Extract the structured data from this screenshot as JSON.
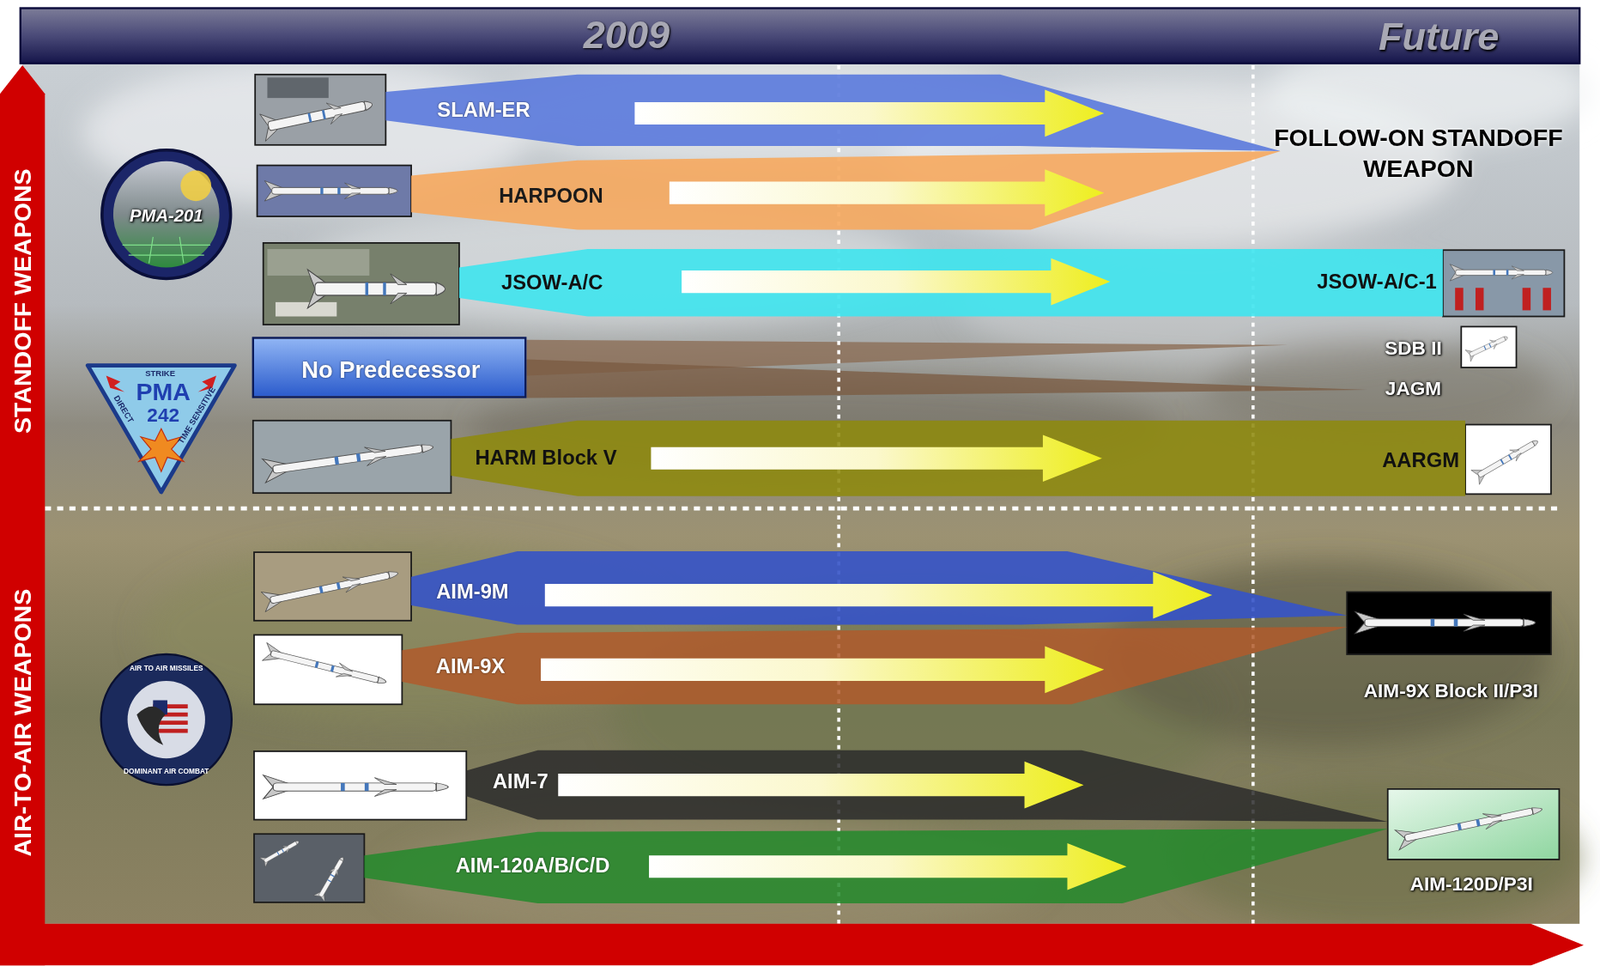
{
  "diagram": {
    "nodes": [
      {
        "text": [
          "SLAM-ER"
        ]
      },
      {
        "text": [
          "HARPOON"
        ]
      },
      {
        "text": [
          "JSOW-A/C",
          "JSOW-A/C-1"
        ]
      },
      {
        "text": [
          "No Predecessor"
        ]
      },
      {
        "text": [
          "HARM Block V",
          "AARGM"
        ]
      },
      {
        "text": [
          "AIM-9M"
        ]
      },
      {
        "text": [
          "AIM-9X"
        ]
      },
      {
        "text": [
          "AIM-7"
        ]
      },
      {
        "text": [
          "AIM-120A/B/C/D"
        ]
      }
    ],
    "labels": [
      "2009",
      "Future",
      "STANDOFF WEAPONS",
      "AIR-TO-AIR WEAPONS",
      "PMA-201",
      "STRIKE",
      "PMA",
      "242",
      "DIRECT",
      "TIME SENSITIVE",
      "AIR TO AIR MISSILES",
      "DOMINANT AIR COMBAT",
      "FOLLOW-ON STANDOFF WEAPON",
      "SDB II",
      "JAGM",
      "AIM-9X Block II/P3I",
      "AIM-120D/P3I"
    ]
  }
}
